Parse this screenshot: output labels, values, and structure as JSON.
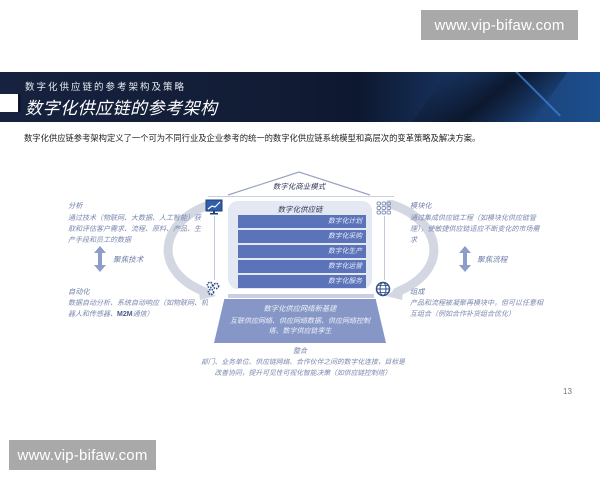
{
  "watermarks": {
    "top": "www.vip-bifaw.com",
    "bottom": "www.vip-bifaw.com"
  },
  "header": {
    "subtitle": "数字化供应链的参考架构及策略",
    "title": "数字化供应链的参考架构"
  },
  "intro": "数字化供应链参考架构定义了一个可为不同行业及企业参考的统一的数字化供应链系统模型和高层次的变革策略及解决方案。",
  "diagram": {
    "roof_label": "数字化商业模式",
    "core_title": "数字化供应链",
    "bars": [
      "数字化计划",
      "数字化采购",
      "数字化生产",
      "数字化运营",
      "数字化服务"
    ],
    "foundation": {
      "title": "数字化供应网络新基建",
      "text": "互联供应网络、供应网络数据、供应网络控制塔、数字供应链孪生"
    },
    "integrate": {
      "label": "整合",
      "text": "部门、业务单位、供应链网络、合作伙伴之间的数字化连接，目标是改善协同，提升可见性可视化智能决策（如供应链控制塔）"
    },
    "left": {
      "analysis": {
        "label": "分析",
        "text": "通过技术（物联网、大数据、人工智能）获取和评估客户需求、流程、原料、产品、生产手段和员工的数据"
      },
      "focus": "聚焦技术",
      "automation": {
        "label": "自动化",
        "text_before": "数据自动分析、系统自动响应（如物联网、机器人和传感器、",
        "text_m2m": "M2M",
        "text_after": "通信）"
      }
    },
    "right": {
      "modular": {
        "label": "模块化",
        "text": "通过集成供应链工程（如模块化供应链管理），使敏捷供应链适应不断变化的市场需求"
      },
      "focus": "聚焦流程",
      "compose": {
        "label": "组成",
        "text": "产品和流程被凝聚再模块中，但可以任意相互组合（例如合作补货组合优化）"
      }
    },
    "icons": [
      "monitor-chart-icon",
      "gears-icon",
      "modules-grid-icon",
      "globe-icon"
    ],
    "colors": {
      "bar": "#5b73b8",
      "core_bg": "#e4e8f3",
      "foundation": "#8696c6",
      "text_accent": "#7a88ae"
    }
  },
  "page_number": "13"
}
